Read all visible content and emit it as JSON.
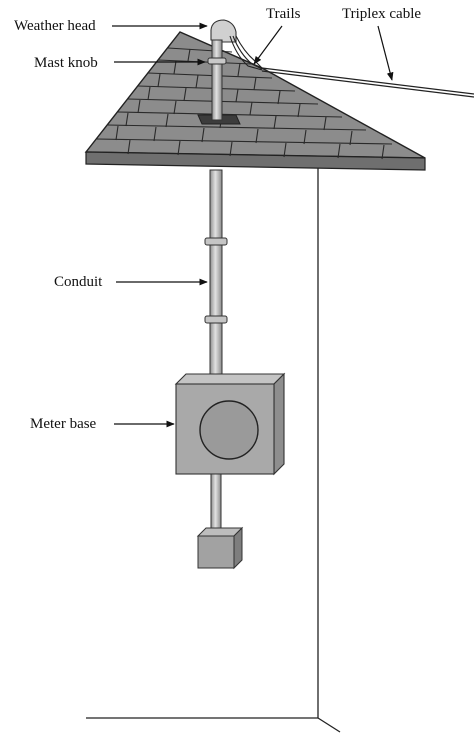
{
  "labels": {
    "weather_head": "Weather head",
    "trails": "Trails",
    "triplex_cable": "Triplex cable",
    "mast_knob": "Mast knob",
    "conduit": "Conduit",
    "meter_base": "Meter base"
  },
  "colors": {
    "roof": "#8c8c8c",
    "roof_edge": "#6f6f6f",
    "pipe": "#b8b8b8",
    "meter_box_front": "#a9a9a9",
    "meter_box_side": "#8e8e8e",
    "meter_dial": "#9a9a9a"
  }
}
